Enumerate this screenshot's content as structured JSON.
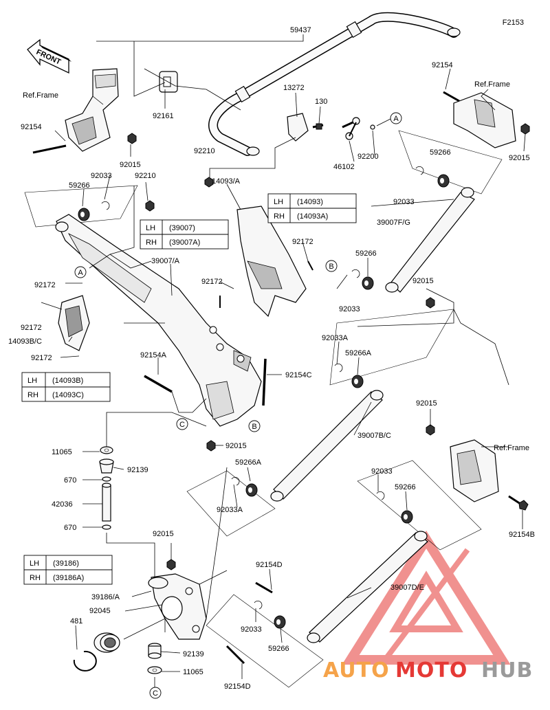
{
  "figure_code": "F2153",
  "front_label": "FRONT",
  "callouts": {
    "p59437": "59437",
    "p13272": "13272",
    "p130": "130",
    "p92154_top": "92154",
    "refframe_top": "Ref.Frame",
    "refframe_left": "Ref.Frame",
    "refframe_right": "Ref.Frame",
    "p92161": "92161",
    "p92154_left": "92154",
    "p92015_left": "92015",
    "p92210_mid": "92210",
    "p92200": "92200",
    "p46102": "46102",
    "p92015_tr": "92015",
    "p59266_tr": "59266",
    "p92033_tr": "92033",
    "p39007fg": "39007F/G",
    "p92033_left": "92033",
    "p92210_left": "92210",
    "p59266_left": "59266",
    "p14093a": "14093/A",
    "p92172_mid1": "92172",
    "p92172_mid2": "92172",
    "p39007a": "39007/A",
    "p59266_b": "59266",
    "p92015_b": "92015",
    "p92033_b": "92033",
    "p92172_a": "92172",
    "p92172_b": "92172",
    "p14093bc": "14093B/C",
    "p92172_c": "92172",
    "p92033a_top": "92033A",
    "p59266a_top": "59266A",
    "p92154a": "92154A",
    "p92154c": "92154C",
    "p39007bc": "39007B/C",
    "p92015_r": "92015",
    "p11065_top": "11065",
    "p92015_c": "92015",
    "p92139_top": "92139",
    "p670_top": "670",
    "p42036": "42036",
    "p670_bot": "670",
    "p59266a_bot": "59266A",
    "p92033a_bot": "92033A",
    "p92033_rb": "92033",
    "p59266_rb": "59266",
    "p92154b": "92154B",
    "p92015_k": "92015",
    "p92154d_top": "92154D",
    "p39186": "39186/A",
    "p92045": "92045",
    "p39007de": "39007D/E",
    "p481": "481",
    "p92033_k": "92033",
    "p59266_k": "59266",
    "p92139_bot": "92139",
    "p11065_bot": "11065",
    "p92154d_bot": "92154D"
  },
  "markers": {
    "a_top": "A",
    "a_left": "A",
    "b_mid": "B",
    "b_right": "B",
    "c_top": "C",
    "c_bot": "C"
  },
  "tables": {
    "t14093": [
      [
        "LH",
        "(14093)"
      ],
      [
        "RH",
        "(14093A)"
      ]
    ],
    "t39007": [
      [
        "LH",
        "(39007)"
      ],
      [
        "RH",
        "(39007A)"
      ]
    ],
    "t14093bc": [
      [
        "LH",
        "(14093B)"
      ],
      [
        "RH",
        "(14093C)"
      ]
    ],
    "t39186": [
      [
        "LH",
        "(39186)"
      ],
      [
        "RH",
        "(39186A)"
      ]
    ]
  },
  "watermark": {
    "auto": "AUTO",
    "moto": "MOTO",
    "hub": "HUB",
    "color_orange": "#f5a34a",
    "color_red": "#e53935",
    "color_gray": "#9a9a9a"
  }
}
